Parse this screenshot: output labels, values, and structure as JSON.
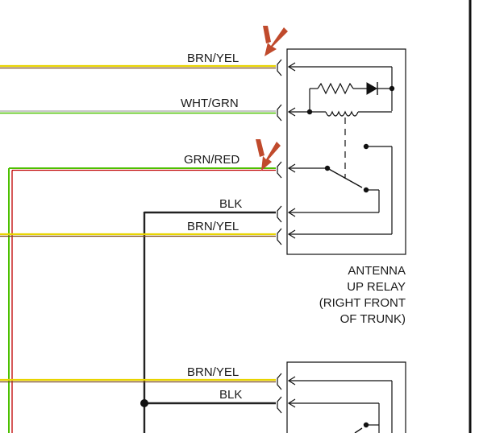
{
  "wires": {
    "brn_yel_1": "BRN/YEL",
    "wht_grn": "WHT/GRN",
    "grn_red": "GRN/RED",
    "blk_1": "BLK",
    "brn_yel_2": "BRN/YEL",
    "brn_yel_3": "BRN/YEL",
    "blk_2": "BLK"
  },
  "relay_caption": {
    "line1": "ANTENNA",
    "line2": "UP RELAY",
    "line3": "(RIGHT FRONT",
    "line4": "OF TRUNK)"
  },
  "colors": {
    "yellow": "#e8d400",
    "brown": "#7a4a20",
    "green": "#4cc000",
    "red": "#c00000",
    "white_wire": "#c8c8c8",
    "black": "#222222",
    "arrow": "#c04a2c"
  },
  "icons": [
    "arrow-pointer-icon",
    "resistor-icon",
    "diode-icon",
    "coil-icon",
    "switch-icon"
  ]
}
